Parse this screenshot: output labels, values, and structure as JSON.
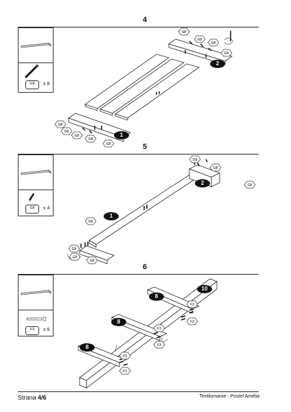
{
  "steps": [
    {
      "number": "4",
      "tool_tag": "G8",
      "tool_qty": "x 8",
      "badge_a": "1",
      "badge_b": "2",
      "hex": "G8"
    },
    {
      "number": "5",
      "tool_tag": "G8",
      "tool_qty": "x 4",
      "badge_a": "1",
      "badge_b": "2",
      "hex": "G8"
    },
    {
      "number": "6",
      "tool_tag": "F3",
      "tool_qty": "x 6",
      "badge_a": "8",
      "badge_b": "10",
      "hex": "F3"
    }
  ],
  "footer": {
    "page_label": "Strana",
    "page_number": "4/6",
    "brand": "Textilomanie - Postel Amélia"
  }
}
